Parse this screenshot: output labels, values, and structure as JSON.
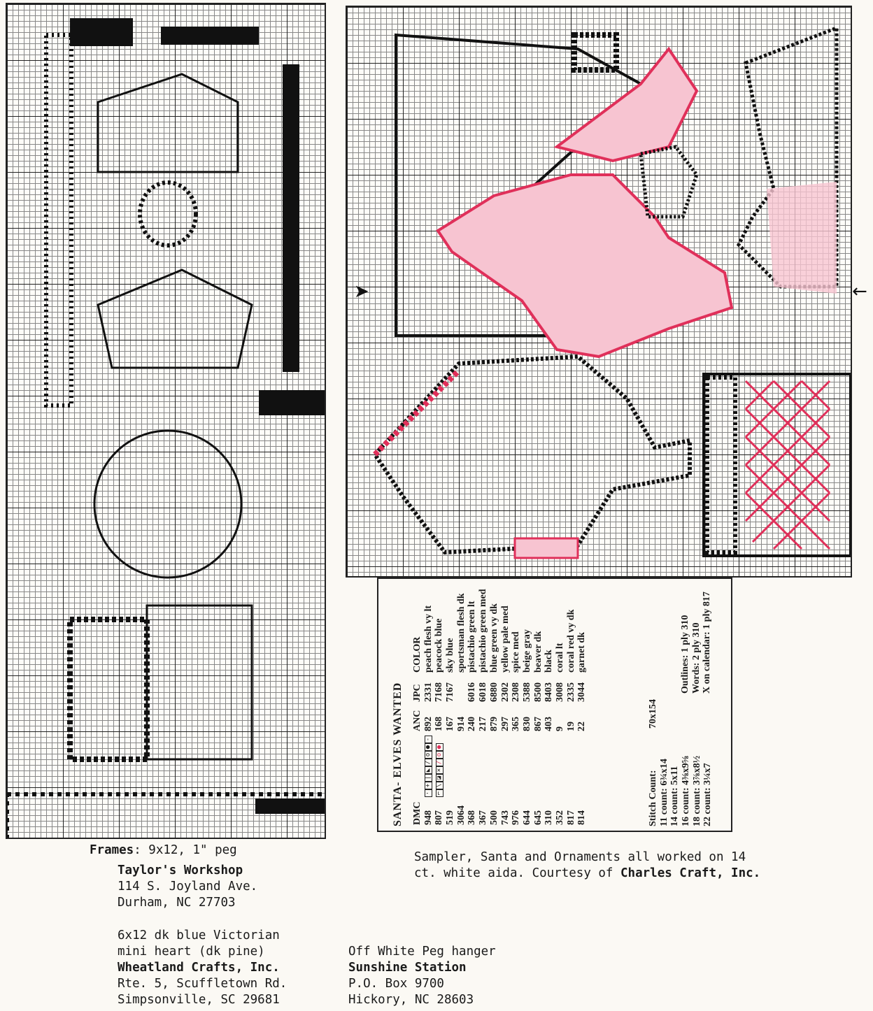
{
  "key": {
    "title": "SANTA- ELVES WANTED",
    "headers": {
      "dmc": "DMC",
      "anc": "ANC",
      "jpc": "JPC",
      "color": "COLOR"
    },
    "rows": [
      {
        "dmc": "948",
        "anc": "892",
        "jpc": "2331",
        "color": "peach flesh vy lt",
        "symbol": "dot-box"
      },
      {
        "dmc": "807",
        "anc": "168",
        "jpc": "7168",
        "color": "peacock blue",
        "symbol": "plus-box"
      },
      {
        "dmc": "519",
        "anc": "167",
        "jpc": "7167",
        "color": "sky blue",
        "symbol": "bar-box"
      },
      {
        "dmc": "3064",
        "anc": "914",
        "jpc": "",
        "color": "sportsman flesh dk",
        "symbol": "triangle-box"
      },
      {
        "dmc": "368",
        "anc": "240",
        "jpc": "6016",
        "color": "pistachio green lt",
        "symbol": "slash-box"
      },
      {
        "dmc": "367",
        "anc": "217",
        "jpc": "6018",
        "color": "pistachio green med",
        "symbol": "circle-box"
      },
      {
        "dmc": "500",
        "anc": "879",
        "jpc": "6880",
        "color": "blue green vy dk",
        "symbol": "filled-circle-box"
      },
      {
        "dmc": "743",
        "anc": "297",
        "jpc": "2302",
        "color": "yellow pale med",
        "symbol": "dash-box"
      },
      {
        "dmc": "976",
        "anc": "365",
        "jpc": "2308",
        "color": "spice med",
        "symbol": "hook-box"
      },
      {
        "dmc": "644",
        "anc": "830",
        "jpc": "5388",
        "color": "beige gray",
        "symbol": "diag-box"
      },
      {
        "dmc": "645",
        "anc": "867",
        "jpc": "8500",
        "color": "beaver dk",
        "symbol": "half-box"
      },
      {
        "dmc": "310",
        "anc": "403",
        "jpc": "8403",
        "color": "black",
        "symbol": "x-box"
      },
      {
        "dmc": "352",
        "anc": "9",
        "jpc": "3008",
        "color": "coral lt",
        "symbol": "red-slash-box"
      },
      {
        "dmc": "817",
        "anc": "19",
        "jpc": "2335",
        "color": "coral red vy dk",
        "symbol": "red-circle-box"
      },
      {
        "dmc": "814",
        "anc": "22",
        "jpc": "3044",
        "color": "garnet dk",
        "symbol": "red-filled-box"
      }
    ],
    "stitch_count_label": "Stitch Count:",
    "stitch_count_value": "70x154",
    "counts": [
      "11 count: 6¾x14",
      "14 count: 5x11",
      "16 count: 4⅜x9⅝",
      "18 count: 3⅞x8½",
      "22 count: 3¼x7"
    ],
    "notes": [
      "Outlines: 1 ply 310",
      "Words: 2 ply 310",
      "X on calendar: 1 ply 817"
    ]
  },
  "captions": {
    "frames_label": "Frames",
    "frames_value": ": 9x12, 1\" peg",
    "taylor": {
      "name": "Taylor's Workshop",
      "line1": "114 S. Joyland Ave.",
      "line2": "Durham, NC 27703"
    },
    "wheatland": {
      "desc1": "6x12 dk blue Victorian",
      "desc2": "mini heart (dk pine)",
      "name": "Wheatland Crafts, Inc.",
      "line1": "Rte. 5, Scuffletown Rd.",
      "line2": "Simpsonville, SC 29681"
    },
    "sunshine": {
      "desc": "Off White Peg hanger",
      "name": "Sunshine Station",
      "line1": "P.O. Box 9700",
      "line2": "Hickory, NC 28603"
    },
    "sampler": {
      "line1": "Sampler, Santa and Ornaments all worked on 14",
      "line2_prefix": "ct. white aida. Courtesy of ",
      "line2_bold": "Charles Craft, Inc."
    }
  },
  "colors": {
    "accent_pink": "#e0305a",
    "ink": "#1a1a1a",
    "paper": "#fbf9f4"
  },
  "arrows": {
    "left": "➤",
    "right": "←"
  }
}
